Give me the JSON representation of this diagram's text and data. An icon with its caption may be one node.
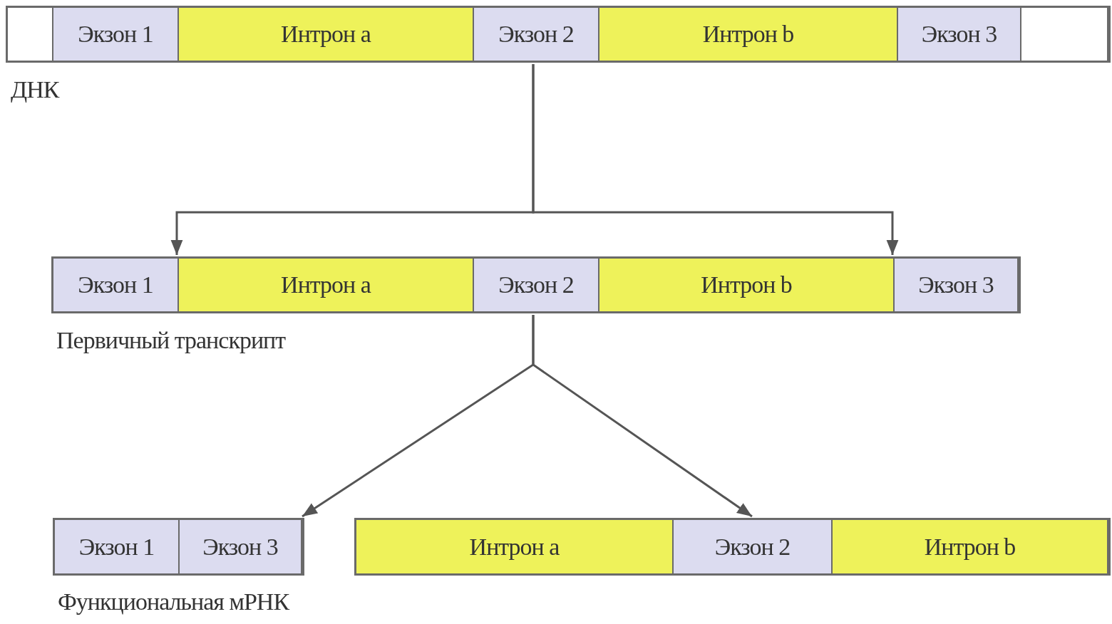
{
  "diagram": {
    "nodes": [
      {
        "text": [
          "ДНК"
        ]
      },
      {
        "text": [],
        "shape": "box",
        "in": 0
      },
      {
        "text": [
          "Экзон 1"
        ],
        "in": 0
      },
      {
        "text": [
          "Интрон a"
        ],
        "in": 0
      },
      {
        "text": [
          "Экзон 2"
        ],
        "in": 0
      },
      {
        "text": [
          "Интрон b"
        ],
        "in": 0
      },
      {
        "text": [
          "Экзон 3"
        ],
        "in": 0
      },
      {
        "text": [],
        "shape": "box",
        "in": 0
      },
      {
        "text": [
          "Первичный транскрипт"
        ]
      },
      {
        "text": [
          "Экзон 1"
        ],
        "in": 8
      },
      {
        "text": [
          "Интрон a"
        ],
        "in": 8
      },
      {
        "text": [
          "Экзон 2"
        ],
        "in": 8
      },
      {
        "text": [
          "Интрон b"
        ],
        "in": 8
      },
      {
        "text": [
          "Экзон 3"
        ],
        "in": 8
      },
      {
        "text": [
          "Функциональная мРНК"
        ]
      },
      {
        "text": [
          "Экзон 1"
        ],
        "in": 14
      },
      {
        "text": [
          "Экзон 3"
        ],
        "in": 14
      },
      {
        "text": [],
        "shape": "bar"
      },
      {
        "text": [
          "Интрон a"
        ],
        "in": 17
      },
      {
        "text": [
          "Экзон 2"
        ],
        "in": 17
      },
      {
        "text": [
          "Интрон b"
        ],
        "in": 17
      }
    ],
    "edges": [
      {
        "from": 0,
        "to": 8,
        "arrow": "to"
      },
      {
        "from": 0,
        "to": 8,
        "arrow": "to"
      },
      {
        "from": 8,
        "to": 14,
        "arrow": "to"
      },
      {
        "from": 8,
        "to": 17,
        "arrow": "to"
      }
    ]
  }
}
